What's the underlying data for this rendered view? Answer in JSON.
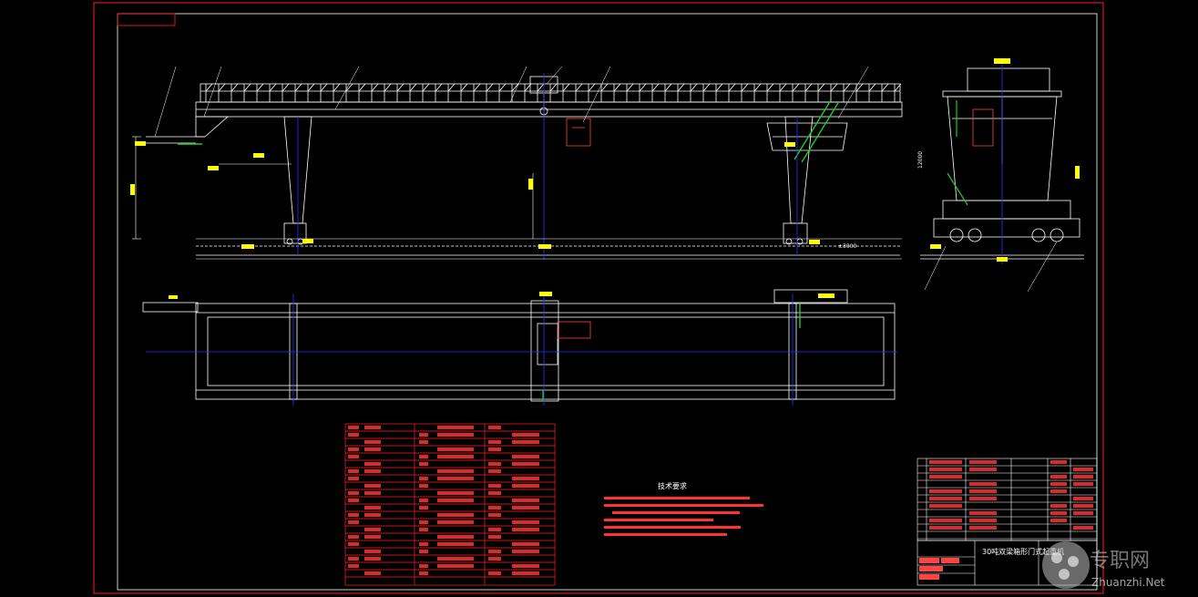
{
  "drawing": {
    "title_block_name": "30吨双梁箱形门式起重机",
    "notes_heading": "技术要求",
    "dimension_text": "±3000",
    "side_dimension": "12000"
  },
  "watermark": {
    "site_cn": "专职网",
    "site_en": "Zhuanzhi.Net"
  },
  "colors": {
    "background": "#000000",
    "frame_red": "#ff2020",
    "line_white": "#ffffff",
    "dim_yellow": "#ffff00",
    "axis_blue": "#2233ff",
    "accent_green": "#22cc22"
  }
}
